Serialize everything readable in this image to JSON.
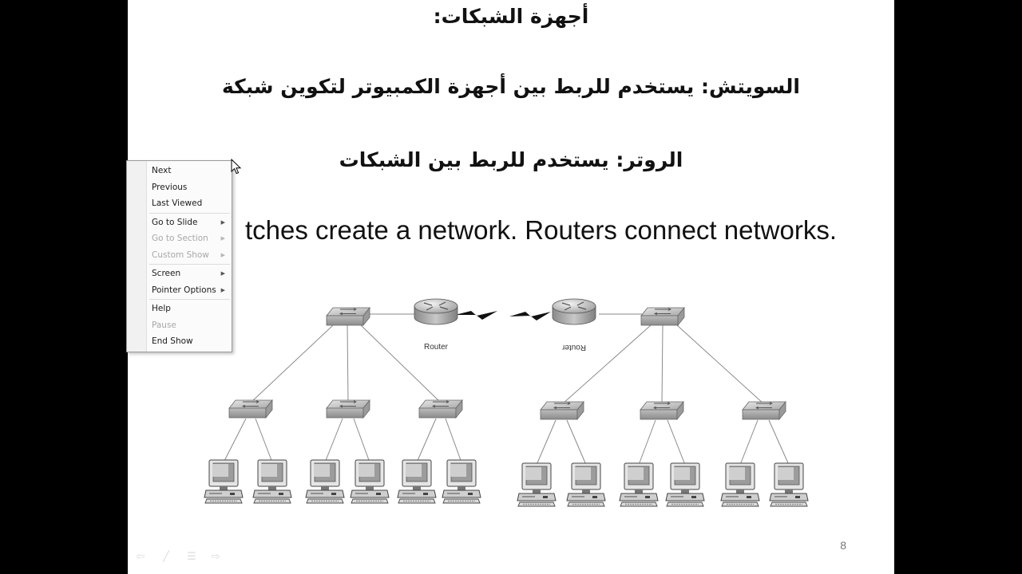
{
  "slide": {
    "title_ar": "أجهزة الشبكات:",
    "switch_line_ar": "السويتش: يستخدم للربط بين أجهزة الكمبيوتر لتكوين شبكة",
    "router_line_ar": "الروتر: يستخدم للربط بين الشبكات",
    "english_line": "tches create a network. Routers connect networks.",
    "page_number": "8"
  },
  "diagram": {
    "router_left_label": "Router",
    "router_right_label": "Router"
  },
  "context_menu": {
    "items": [
      {
        "label": "Next",
        "enabled": true,
        "submenu": false
      },
      {
        "label": "Previous",
        "enabled": true,
        "submenu": false
      },
      {
        "label": "Last Viewed",
        "enabled": true,
        "submenu": false
      },
      {
        "label": "Go to Slide",
        "enabled": true,
        "submenu": true
      },
      {
        "label": "Go to Section",
        "enabled": false,
        "submenu": true
      },
      {
        "label": "Custom Show",
        "enabled": false,
        "submenu": true
      },
      {
        "label": "Screen",
        "enabled": true,
        "submenu": true
      },
      {
        "label": "Pointer Options",
        "enabled": true,
        "submenu": true
      },
      {
        "label": "Help",
        "enabled": true,
        "submenu": false
      },
      {
        "label": "Pause",
        "enabled": false,
        "submenu": false
      },
      {
        "label": "End Show",
        "enabled": true,
        "submenu": false
      }
    ]
  },
  "slideshow_controls": {
    "icons": [
      "back-arrow-icon",
      "pen-icon",
      "menu-icon",
      "forward-arrow-icon"
    ]
  }
}
